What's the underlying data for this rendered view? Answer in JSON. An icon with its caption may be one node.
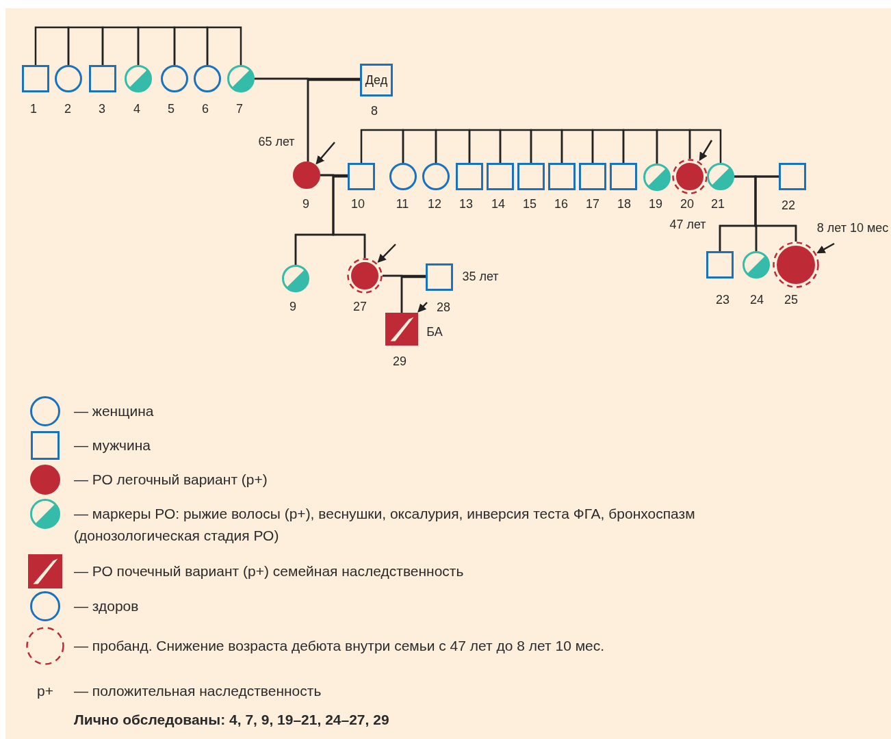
{
  "diagram": {
    "nodes": [
      {
        "text": [],
        "shape": "box",
        "beside": [
          "1"
        ]
      },
      {
        "text": [],
        "shape": "circle",
        "beside": [
          "2"
        ]
      },
      {
        "text": [],
        "shape": "box",
        "beside": [
          "3"
        ]
      },
      {
        "text": [],
        "shape": "circle",
        "beside": [
          "4"
        ]
      },
      {
        "text": [],
        "shape": "circle",
        "beside": [
          "5"
        ]
      },
      {
        "text": [],
        "shape": "circle",
        "beside": [
          "6"
        ]
      },
      {
        "text": [],
        "shape": "circle",
        "beside": [
          "7"
        ]
      },
      {
        "text": [
          "Дед"
        ],
        "beside": [
          "8"
        ]
      },
      {
        "text": [],
        "shape": "circle",
        "beside": [
          "65 лет",
          "9"
        ]
      },
      {
        "text": [],
        "shape": "box",
        "beside": [
          "10"
        ]
      },
      {
        "text": [],
        "shape": "circle",
        "beside": [
          "11"
        ]
      },
      {
        "text": [],
        "shape": "circle",
        "beside": [
          "12"
        ]
      },
      {
        "text": [],
        "shape": "box",
        "beside": [
          "13"
        ]
      },
      {
        "text": [],
        "shape": "box",
        "beside": [
          "14"
        ]
      },
      {
        "text": [],
        "shape": "box",
        "beside": [
          "15"
        ]
      },
      {
        "text": [],
        "shape": "box",
        "beside": [
          "16"
        ]
      },
      {
        "text": [],
        "shape": "box",
        "beside": [
          "17"
        ]
      },
      {
        "text": [],
        "shape": "box",
        "beside": [
          "18"
        ]
      },
      {
        "text": [],
        "shape": "circle",
        "beside": [
          "19"
        ]
      },
      {
        "text": [],
        "shape": "circle",
        "beside": [
          "20",
          "47 лет"
        ]
      },
      {
        "text": [],
        "shape": "circle",
        "beside": [
          "21"
        ]
      },
      {
        "text": [],
        "shape": "box",
        "beside": [
          "22"
        ]
      },
      {
        "text": [],
        "shape": "circle",
        "beside": [
          "9"
        ]
      },
      {
        "text": [],
        "shape": "circle",
        "beside": [
          "27"
        ]
      },
      {
        "text": [],
        "shape": "box",
        "beside": [
          "35 лет",
          "28"
        ]
      },
      {
        "text": [],
        "shape": "box",
        "beside": [
          "БА",
          "29"
        ]
      },
      {
        "text": [],
        "shape": "box",
        "beside": [
          "23"
        ]
      },
      {
        "text": [],
        "shape": "circle",
        "beside": [
          "24"
        ]
      },
      {
        "text": [],
        "shape": "circle",
        "beside": [
          "8 лет 10 мес",
          "25"
        ]
      }
    ],
    "edges": [
      {
        "from": 0,
        "to": 1,
        "arrow": "none"
      },
      {
        "from": 1,
        "to": 2,
        "arrow": "none"
      },
      {
        "from": 2,
        "to": 3,
        "arrow": "none"
      },
      {
        "from": 3,
        "to": 4,
        "arrow": "none"
      },
      {
        "from": 4,
        "to": 5,
        "arrow": "none"
      },
      {
        "from": 5,
        "to": 6,
        "arrow": "none"
      },
      {
        "from": 6,
        "to": 7,
        "arrow": "none"
      },
      {
        "from": 6,
        "to": 8,
        "arrow": "none"
      },
      {
        "from": 7,
        "to": 8,
        "arrow": "none"
      },
      {
        "from": 9,
        "to": 10,
        "arrow": "none"
      },
      {
        "from": 10,
        "to": 11,
        "arrow": "none"
      },
      {
        "from": 11,
        "to": 12,
        "arrow": "none"
      },
      {
        "from": 12,
        "to": 13,
        "arrow": "none"
      },
      {
        "from": 13,
        "to": 14,
        "arrow": "none"
      },
      {
        "from": 14,
        "to": 15,
        "arrow": "none"
      },
      {
        "from": 15,
        "to": 16,
        "arrow": "none"
      },
      {
        "from": 16,
        "to": 17,
        "arrow": "none"
      },
      {
        "from": 17,
        "to": 18,
        "arrow": "none"
      },
      {
        "from": 18,
        "to": 19,
        "arrow": "none"
      },
      {
        "from": 19,
        "to": 20,
        "arrow": "none"
      },
      {
        "from": 8,
        "to": 9,
        "arrow": "none"
      },
      {
        "from": 8,
        "to": 22,
        "arrow": "none"
      },
      {
        "from": 9,
        "to": 22,
        "arrow": "none"
      },
      {
        "from": 8,
        "to": 23,
        "arrow": "none"
      },
      {
        "from": 9,
        "to": 23,
        "arrow": "none"
      },
      {
        "from": 20,
        "to": 21,
        "arrow": "none"
      },
      {
        "from": 20,
        "to": 26,
        "arrow": "none"
      },
      {
        "from": 21,
        "to": 26,
        "arrow": "none"
      },
      {
        "from": 20,
        "to": 27,
        "arrow": "none"
      },
      {
        "from": 21,
        "to": 27,
        "arrow": "none"
      },
      {
        "from": 20,
        "to": 28,
        "arrow": "none"
      },
      {
        "from": 21,
        "to": 28,
        "arrow": "none"
      },
      {
        "from": 23,
        "to": 24,
        "arrow": "none"
      },
      {
        "from": 23,
        "to": 25,
        "arrow": "none"
      },
      {
        "from": 24,
        "to": 25,
        "arrow": "none"
      },
      {
        "from": null,
        "to": 8,
        "arrow": "to"
      },
      {
        "from": null,
        "to": 19,
        "arrow": "to"
      },
      {
        "from": null,
        "to": 23,
        "arrow": "to"
      },
      {
        "from": null,
        "to": 28,
        "arrow": "to"
      },
      {
        "from": 24,
        "to": 25,
        "arrow": "to"
      }
    ],
    "labels": [
      "p+",
      "Лично обследованы: 4, 7, 9, 19–21, 24–27, 29"
    ],
    "legend": [
      {
        "text": "— женщина"
      },
      {
        "text": "— мужчина"
      },
      {
        "text": "— РО легочный вариант (p+)",
        "color": "#be2b37"
      },
      {
        "text": "— маркеры РО: рыжие волосы (p+), веснушки, оксалурия, инверсия теста ФГА, бронхоспазм (донозологическая стадия РО)"
      },
      {
        "text": "— РО почечный вариант (p+) семейная наследственность"
      },
      {
        "text": "— здоров"
      },
      {
        "text": "— пробанд. Снижение возраста дебюта внутри семьи с 47 лет до 8 лет 10 мес."
      },
      {
        "text": "— положительная наследственность"
      }
    ]
  }
}
